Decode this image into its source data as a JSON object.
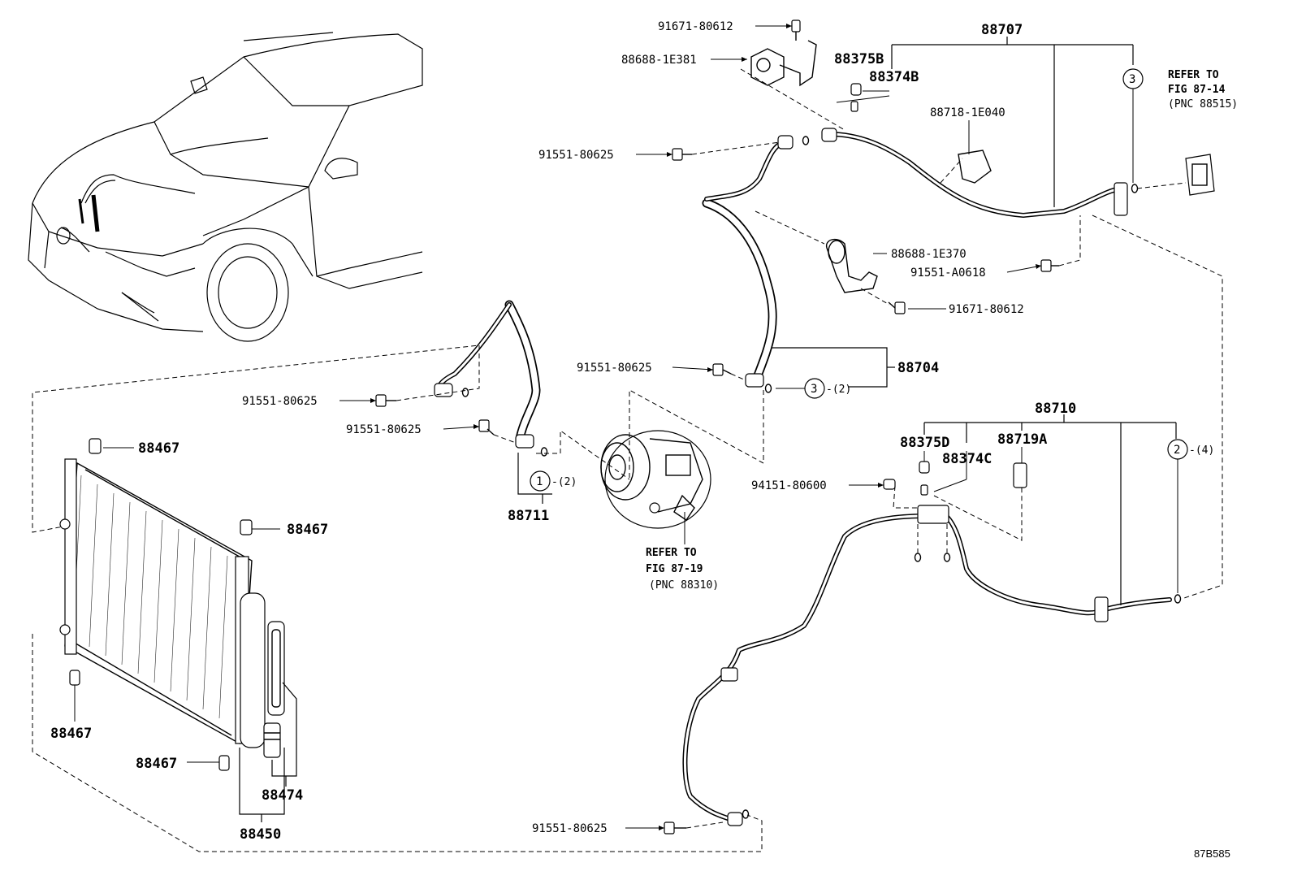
{
  "diagram_code": "87B585",
  "refs": {
    "evap": {
      "l1": "REFER TO",
      "l2": "FIG 87-14",
      "l3": "(PNC 88515)"
    },
    "comp": {
      "l1": "REFER TO",
      "l2": "FIG 87-19",
      "l3": "(PNC 88310)"
    }
  },
  "groups": {
    "g88707": "88707",
    "g88704": "88704",
    "g88710": "88710",
    "g88711": "88711",
    "g88450": "88450",
    "g88474": "88474"
  },
  "parts": {
    "p_91671_top": "91671-80612",
    "p_88688_1e381": "88688-1E381",
    "p_88375b": "88375B",
    "p_88374b": "88374B",
    "p_88718": "88718-1E040",
    "p_91551_a": "91551-80625",
    "p_88688_1e370": "88688-1E370",
    "p_91551_a0618": "91551-A0618",
    "p_91671_mid": "91671-80612",
    "p_91551_b": "91551-80625",
    "p_91551_c": "91551-80625",
    "p_91551_d": "91551-80625",
    "p_91551_e": "91551-80625",
    "p_94151": "94151-80600",
    "p_88375d": "88375D",
    "p_88374c": "88374C",
    "p_88719a": "88719A",
    "p_88467_a": "88467",
    "p_88467_b": "88467",
    "p_88467_c": "88467",
    "p_88467_d": "88467"
  },
  "circles": {
    "c3_top": {
      "num": "3",
      "qty": ""
    },
    "c3_mid": {
      "num": "3",
      "qty": "-(2)"
    },
    "c1": {
      "num": "1",
      "qty": "-(2)"
    },
    "c2": {
      "num": "2",
      "qty": "-(4)"
    }
  }
}
